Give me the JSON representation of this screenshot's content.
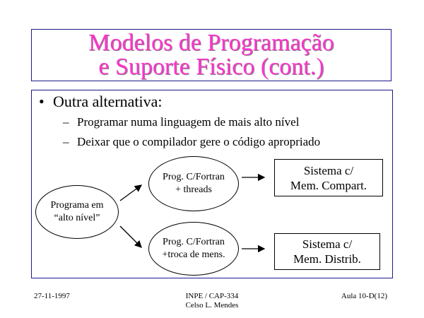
{
  "title": {
    "line1": "Modelos de Programação",
    "line2": "e Suporte Físico (cont.)"
  },
  "bullet": {
    "symbol": "•",
    "text": "Outra alternativa:",
    "subitems": [
      {
        "dash": "–",
        "text": "Programar numa linguagem de mais alto nível"
      },
      {
        "dash": "–",
        "text": "Deixar que o compilador gere o código apropriado"
      }
    ]
  },
  "diagram": {
    "source": {
      "line1": "Programa em",
      "line2": "“alto nível”"
    },
    "top_ellipse": {
      "line1": "Prog. C/Fortran",
      "line2": "+ threads"
    },
    "bottom_ellipse": {
      "line1": "Prog. C/Fortran",
      "line2": "+troca de mens."
    },
    "top_box": {
      "line1": "Sistema c/",
      "line2": "Mem. Compart."
    },
    "bottom_box": {
      "line1": "Sistema c/",
      "line2": "Mem. Distrib."
    }
  },
  "footer": {
    "date": "27-11-1997",
    "course": "INPE / CAP-334",
    "author": "Celso L. Mendes",
    "lecture": "Aula 10-D(12)"
  },
  "colors": {
    "title": "#ff33cc",
    "frame": "#1a1a8c"
  }
}
